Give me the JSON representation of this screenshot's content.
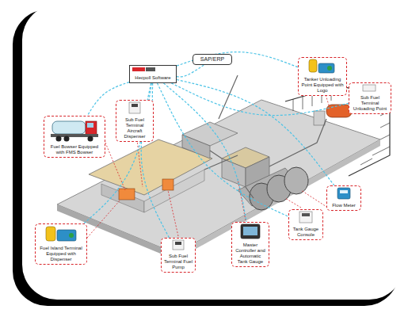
{
  "diagram": {
    "nodes": [
      {
        "text": [
          "SAP/ERP"
        ]
      },
      {
        "text": [
          "Hecpoll Software"
        ]
      },
      {
        "text": [
          "Sub Fuel Terminal Aircraft Dispenser"
        ]
      },
      {
        "text": [
          "Fuel Bowser Equipped with FMS Bowser"
        ]
      },
      {
        "text": [
          "Tanker Unloading Point Equipped with Logo"
        ]
      },
      {
        "text": [
          "Sub Fuel Terminal Unloading Point"
        ]
      },
      {
        "text": [
          "Fuel Island Terminal Equipped with Dispenser"
        ]
      },
      {
        "text": [
          "Sub Fuel Terminal Fuel Pump"
        ]
      },
      {
        "text": [
          "Master Controller and Automatic Tank Gauge"
        ]
      },
      {
        "text": [
          "Tank Gauge Console"
        ]
      },
      {
        "text": [
          "Flow Meter"
        ]
      }
    ],
    "edges": [
      {
        "from": 1,
        "to": 0,
        "arrow": "none"
      },
      {
        "from": 1,
        "to": 2,
        "arrow": "none"
      },
      {
        "from": 1,
        "to": 3,
        "arrow": "none"
      },
      {
        "from": 1,
        "to": 4,
        "arrow": "none"
      },
      {
        "from": 1,
        "to": 5,
        "arrow": "none"
      },
      {
        "from": 1,
        "to": 6,
        "arrow": "none"
      },
      {
        "from": 1,
        "to": 7,
        "arrow": "none"
      },
      {
        "from": 1,
        "to": 8,
        "arrow": "none"
      },
      {
        "from": 1,
        "to": 9,
        "arrow": "none"
      },
      {
        "from": 1,
        "to": 10,
        "arrow": "none"
      }
    ]
  }
}
